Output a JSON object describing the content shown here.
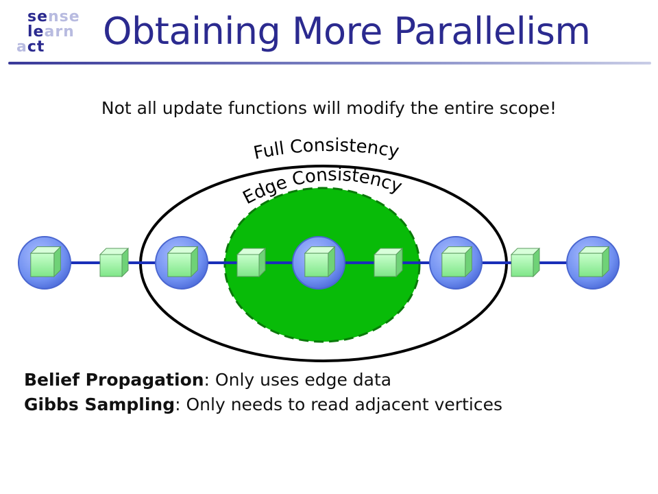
{
  "logo": {
    "lines": [
      [
        {
          "text": "se",
          "color": "#2b2a8f"
        },
        {
          "text": "nse",
          "color": "#b8bbe0"
        }
      ],
      [
        {
          "text": "le",
          "color": "#2b2a8f"
        },
        {
          "text": "arn",
          "color": "#b8bbe0"
        }
      ],
      [
        {
          "text": "a",
          "color": "#b8bbe0"
        },
        {
          "text": "ct",
          "color": "#2b2a8f"
        }
      ]
    ]
  },
  "slide": {
    "title": "Obtaining More Parallelism",
    "subtitle": "Not all update functions will modify the entire scope!"
  },
  "diagram": {
    "outer_label": "Full Consistency",
    "inner_label": "Edge Consistency",
    "vertex_count": 5,
    "edge_count": 4
  },
  "bullets": [
    {
      "term": "Belief Propagation",
      "rest": ": Only uses edge data"
    },
    {
      "term": "Gibbs Sampling",
      "rest": ": Only needs to read adjacent vertices"
    }
  ],
  "colors": {
    "title": "#2b2a8f",
    "edge_line": "#1a2fb8",
    "vertex_fill": "#6f8ff0",
    "cube_fill": "#9cf0a4",
    "edge_consistency_fill": "#08bb08",
    "outline": "#000000"
  }
}
